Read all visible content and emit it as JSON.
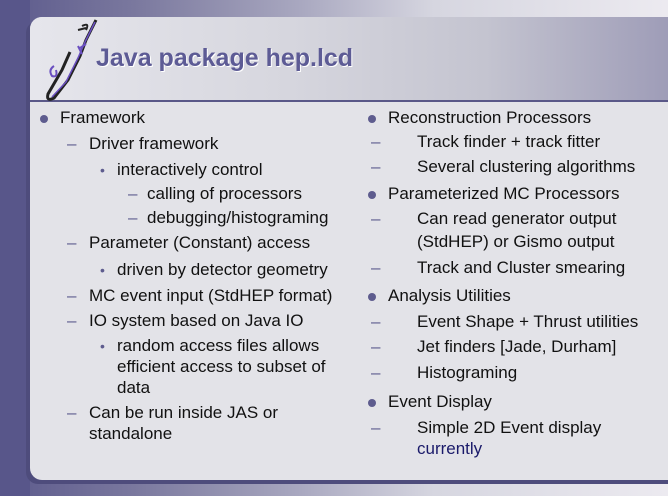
{
  "title": "Java package hep.lcd",
  "left": [
    {
      "text": "Framework",
      "level": 1
    },
    {
      "text": "Driver framework",
      "level": 2
    },
    {
      "text": "interactively control",
      "level": 3
    },
    {
      "text": "calling of processors",
      "level": 4
    },
    {
      "text": "debugging/histograming",
      "level": 4
    },
    {
      "text": "Parameter (Constant) access",
      "level": 2
    },
    {
      "text": "driven by detector geometry",
      "level": 3
    },
    {
      "text": "MC event input (StdHEP format)",
      "level": 2
    },
    {
      "text": "IO system based on Java IO",
      "level": 2
    },
    {
      "text": "random access  files allows",
      "level": 3
    },
    {
      "text": "efficient access to subset of",
      "level": 3,
      "cont": true
    },
    {
      "text": "data",
      "level": 3,
      "cont": true
    },
    {
      "text": "Can be run inside JAS or",
      "level": 2
    },
    {
      "text": "standalone",
      "level": 2,
      "cont": true
    }
  ],
  "right": [
    {
      "text": "Reconstruction Processors",
      "level": 1
    },
    {
      "text": "Track finder +  track fitter",
      "level": 2
    },
    {
      "text": "Several clustering algorithms",
      "level": 2
    },
    {
      "text": "Parameterized MC Processors",
      "level": 1
    },
    {
      "text": "Can read generator output",
      "level": 2
    },
    {
      "text": "(StdHEP) or Gismo output",
      "level": 2,
      "cont": true
    },
    {
      "text": "Track and Cluster smearing",
      "level": 2
    },
    {
      "text": "Analysis Utilities",
      "level": 1
    },
    {
      "text": "Event Shape + Thrust utilities",
      "level": 2
    },
    {
      "text": "Jet finders [Jade, Durham]",
      "level": 2
    },
    {
      "text": "Histograming",
      "level": 2
    },
    {
      "text": "Event Display",
      "level": 1
    },
    {
      "text": "Simple 2D Event display",
      "level": 2
    },
    {
      "text": "currently",
      "level": 2,
      "cont": true,
      "blue": true
    }
  ]
}
